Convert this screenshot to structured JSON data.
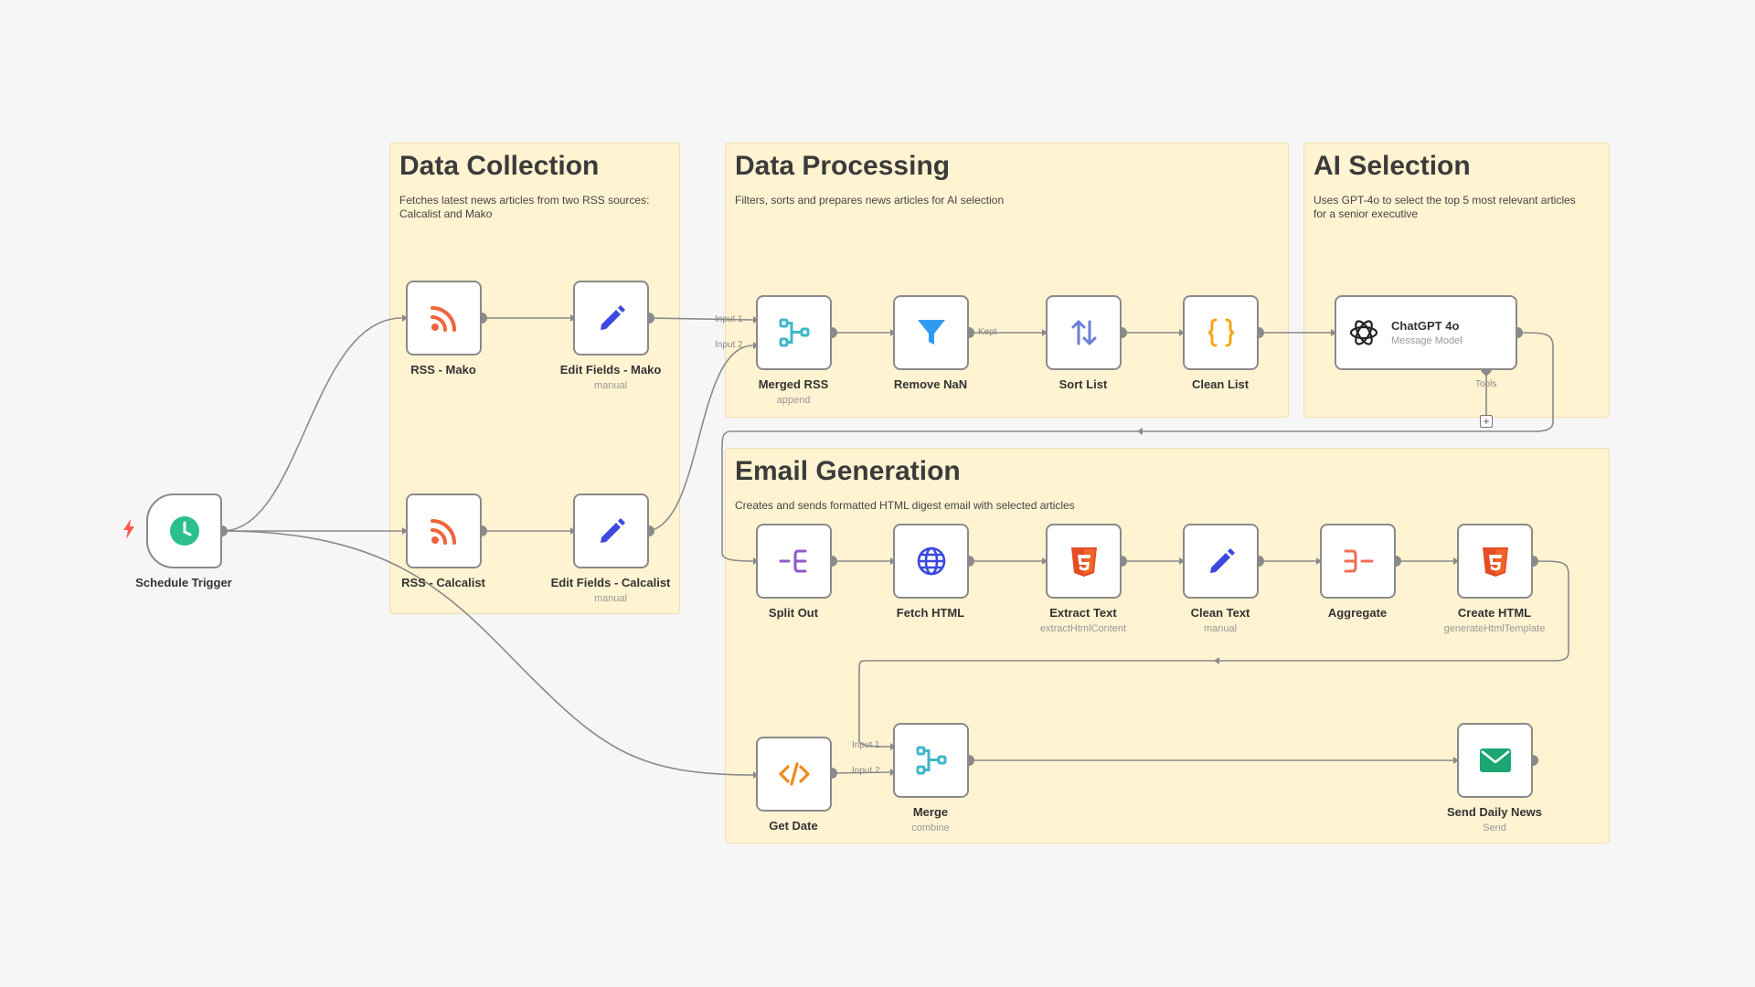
{
  "sections": {
    "collection": {
      "title": "Data Collection",
      "desc": "Fetches latest news articles from two RSS sources:\nCalcalist and Mako"
    },
    "processing": {
      "title": "Data Processing",
      "desc": "Filters, sorts and prepares news articles for AI selection"
    },
    "ai": {
      "title": "AI Selection",
      "desc": "Uses GPT-4o to select the top 5 most relevant articles\nfor a senior executive"
    },
    "email": {
      "title": "Email Generation",
      "desc": "Creates and sends formatted HTML digest email with selected articles"
    }
  },
  "nodes": {
    "schedule": {
      "label": "Schedule Trigger",
      "icon": "clock-icon"
    },
    "rss_mako": {
      "label": "RSS - Mako",
      "icon": "rss-icon"
    },
    "edit_mako": {
      "label": "Edit Fields - Mako",
      "sub": "manual",
      "icon": "pencil-icon"
    },
    "rss_calcalist": {
      "label": "RSS - Calcalist",
      "icon": "rss-icon"
    },
    "edit_calcalist": {
      "label": "Edit Fields - Calcalist",
      "sub": "manual",
      "icon": "pencil-icon"
    },
    "merged_rss": {
      "label": "Merged RSS",
      "sub": "append",
      "icon": "merge-icon"
    },
    "remove_nan": {
      "label": "Remove NaN",
      "icon": "filter-icon"
    },
    "sort_list": {
      "label": "Sort List",
      "icon": "sort-icon"
    },
    "clean_list": {
      "label": "Clean List",
      "icon": "braces-icon"
    },
    "chatgpt": {
      "label": "ChatGPT 4o",
      "sub": "Message Model",
      "icon": "openai-icon"
    },
    "split_out": {
      "label": "Split Out",
      "icon": "split-icon"
    },
    "fetch_html": {
      "label": "Fetch HTML",
      "icon": "globe-icon"
    },
    "extract_text": {
      "label": "Extract Text",
      "sub": "extractHtmlContent",
      "icon": "html5-icon"
    },
    "clean_text": {
      "label": "Clean Text",
      "sub": "manual",
      "icon": "pencil-icon"
    },
    "aggregate": {
      "label": "Aggregate",
      "icon": "aggregate-icon"
    },
    "create_html": {
      "label": "Create HTML",
      "sub": "generateHtmlTemplate",
      "icon": "html5-icon"
    },
    "get_date": {
      "label": "Get Date",
      "icon": "code-icon"
    },
    "merge": {
      "label": "Merge",
      "sub": "combine",
      "icon": "merge-icon"
    },
    "send_news": {
      "label": "Send Daily News",
      "sub": "Send",
      "icon": "envelope-icon"
    }
  },
  "handles": {
    "merged_in1": "Input 1",
    "merged_in2": "Input 2",
    "kept": "Kept",
    "tools": "Tools",
    "merge_in1": "Input 1",
    "merge_in2": "Input 2",
    "plus": "+"
  },
  "colors": {
    "canvas": "#f6f6f6",
    "sticky": "#fff3d1",
    "edge": "#8a8a8a",
    "rss": "#f0643c",
    "pencil": "#3b49df",
    "merge": "#3fb7c9",
    "filter": "#2e9bf0",
    "sort": "#6b7fd7",
    "braces": "#f7a51e",
    "html5": "#e44d26",
    "globe": "#3b49df",
    "split": "#8e5bc9",
    "aggregate": "#f06e56",
    "code": "#f08a1c",
    "envelope": "#1aa772",
    "clock": "#2bbf8e",
    "bolt": "#ff5a4e"
  }
}
